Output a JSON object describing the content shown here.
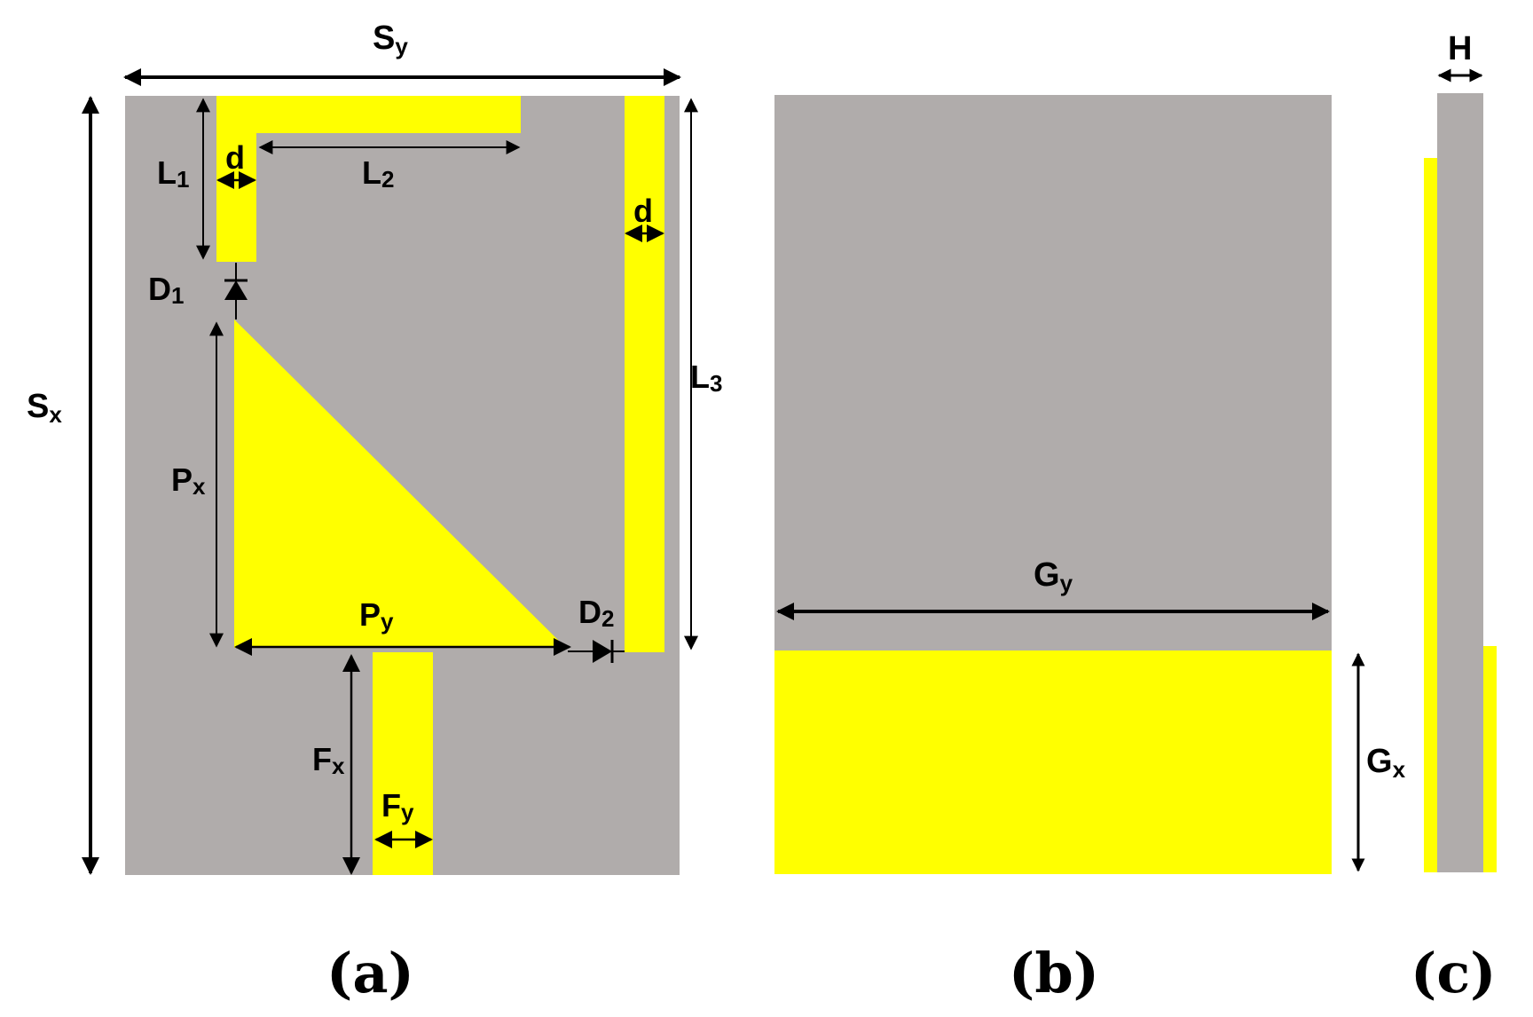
{
  "colors": {
    "substrate": "#b0acab",
    "metal": "#ffff00",
    "line": "#000000",
    "background": "#ffffff"
  },
  "panel_a": {
    "caption": "(a)",
    "labels": {
      "sy": {
        "main": "S",
        "sub": "y"
      },
      "sx": {
        "main": "S",
        "sub": "x"
      },
      "l1": {
        "main": "L",
        "sub": "1"
      },
      "l2": {
        "main": "L",
        "sub": "2"
      },
      "l3": {
        "main": "L",
        "sub": "3"
      },
      "d_left": {
        "main": "d",
        "sub": ""
      },
      "d_right": {
        "main": "d",
        "sub": ""
      },
      "d1": {
        "main": "D",
        "sub": "1"
      },
      "d2": {
        "main": "D",
        "sub": "2"
      },
      "px": {
        "main": "P",
        "sub": "x"
      },
      "py": {
        "main": "P",
        "sub": "y"
      },
      "fx": {
        "main": "F",
        "sub": "x"
      },
      "fy": {
        "main": "F",
        "sub": "y"
      }
    }
  },
  "panel_b": {
    "caption": "(b)",
    "labels": {
      "gy": {
        "main": "G",
        "sub": "y"
      },
      "gx": {
        "main": "G",
        "sub": "x"
      }
    }
  },
  "panel_c": {
    "caption": "(c)",
    "labels": {
      "h": {
        "main": "H",
        "sub": ""
      }
    }
  }
}
